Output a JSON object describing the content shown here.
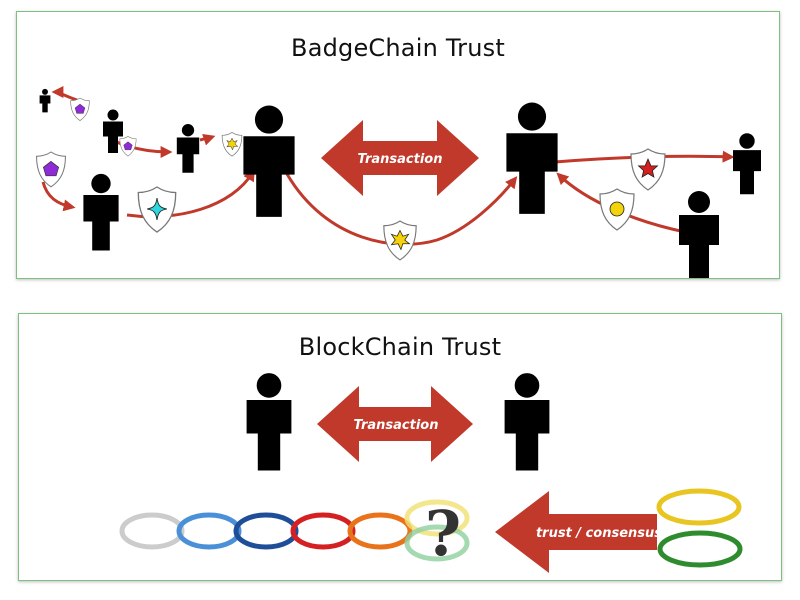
{
  "top_panel": {
    "title": "BadgeChain Trust",
    "transaction_label": "Transaction"
  },
  "bottom_panel": {
    "title": "BlockChain Trust",
    "transaction_label": "Transaction",
    "trust_label": "trust / consensus",
    "question_mark": "?"
  },
  "colors": {
    "arrow_red": "#c0392b",
    "panel_border": "#7fbf7f",
    "ring_colors": [
      "#cccccc",
      "#4a90d9",
      "#1f4e99",
      "#d42020",
      "#e8731a",
      "#f0e070",
      "#8fcf9f",
      "#e8c520",
      "#2e8b2e"
    ]
  },
  "icons": [
    "person-icon",
    "shield-badge-icon",
    "pentagon-badge-icon",
    "star-badge-icon",
    "burst-badge-icon",
    "sparkle-badge-icon",
    "circle-badge-icon",
    "ring-icon"
  ]
}
